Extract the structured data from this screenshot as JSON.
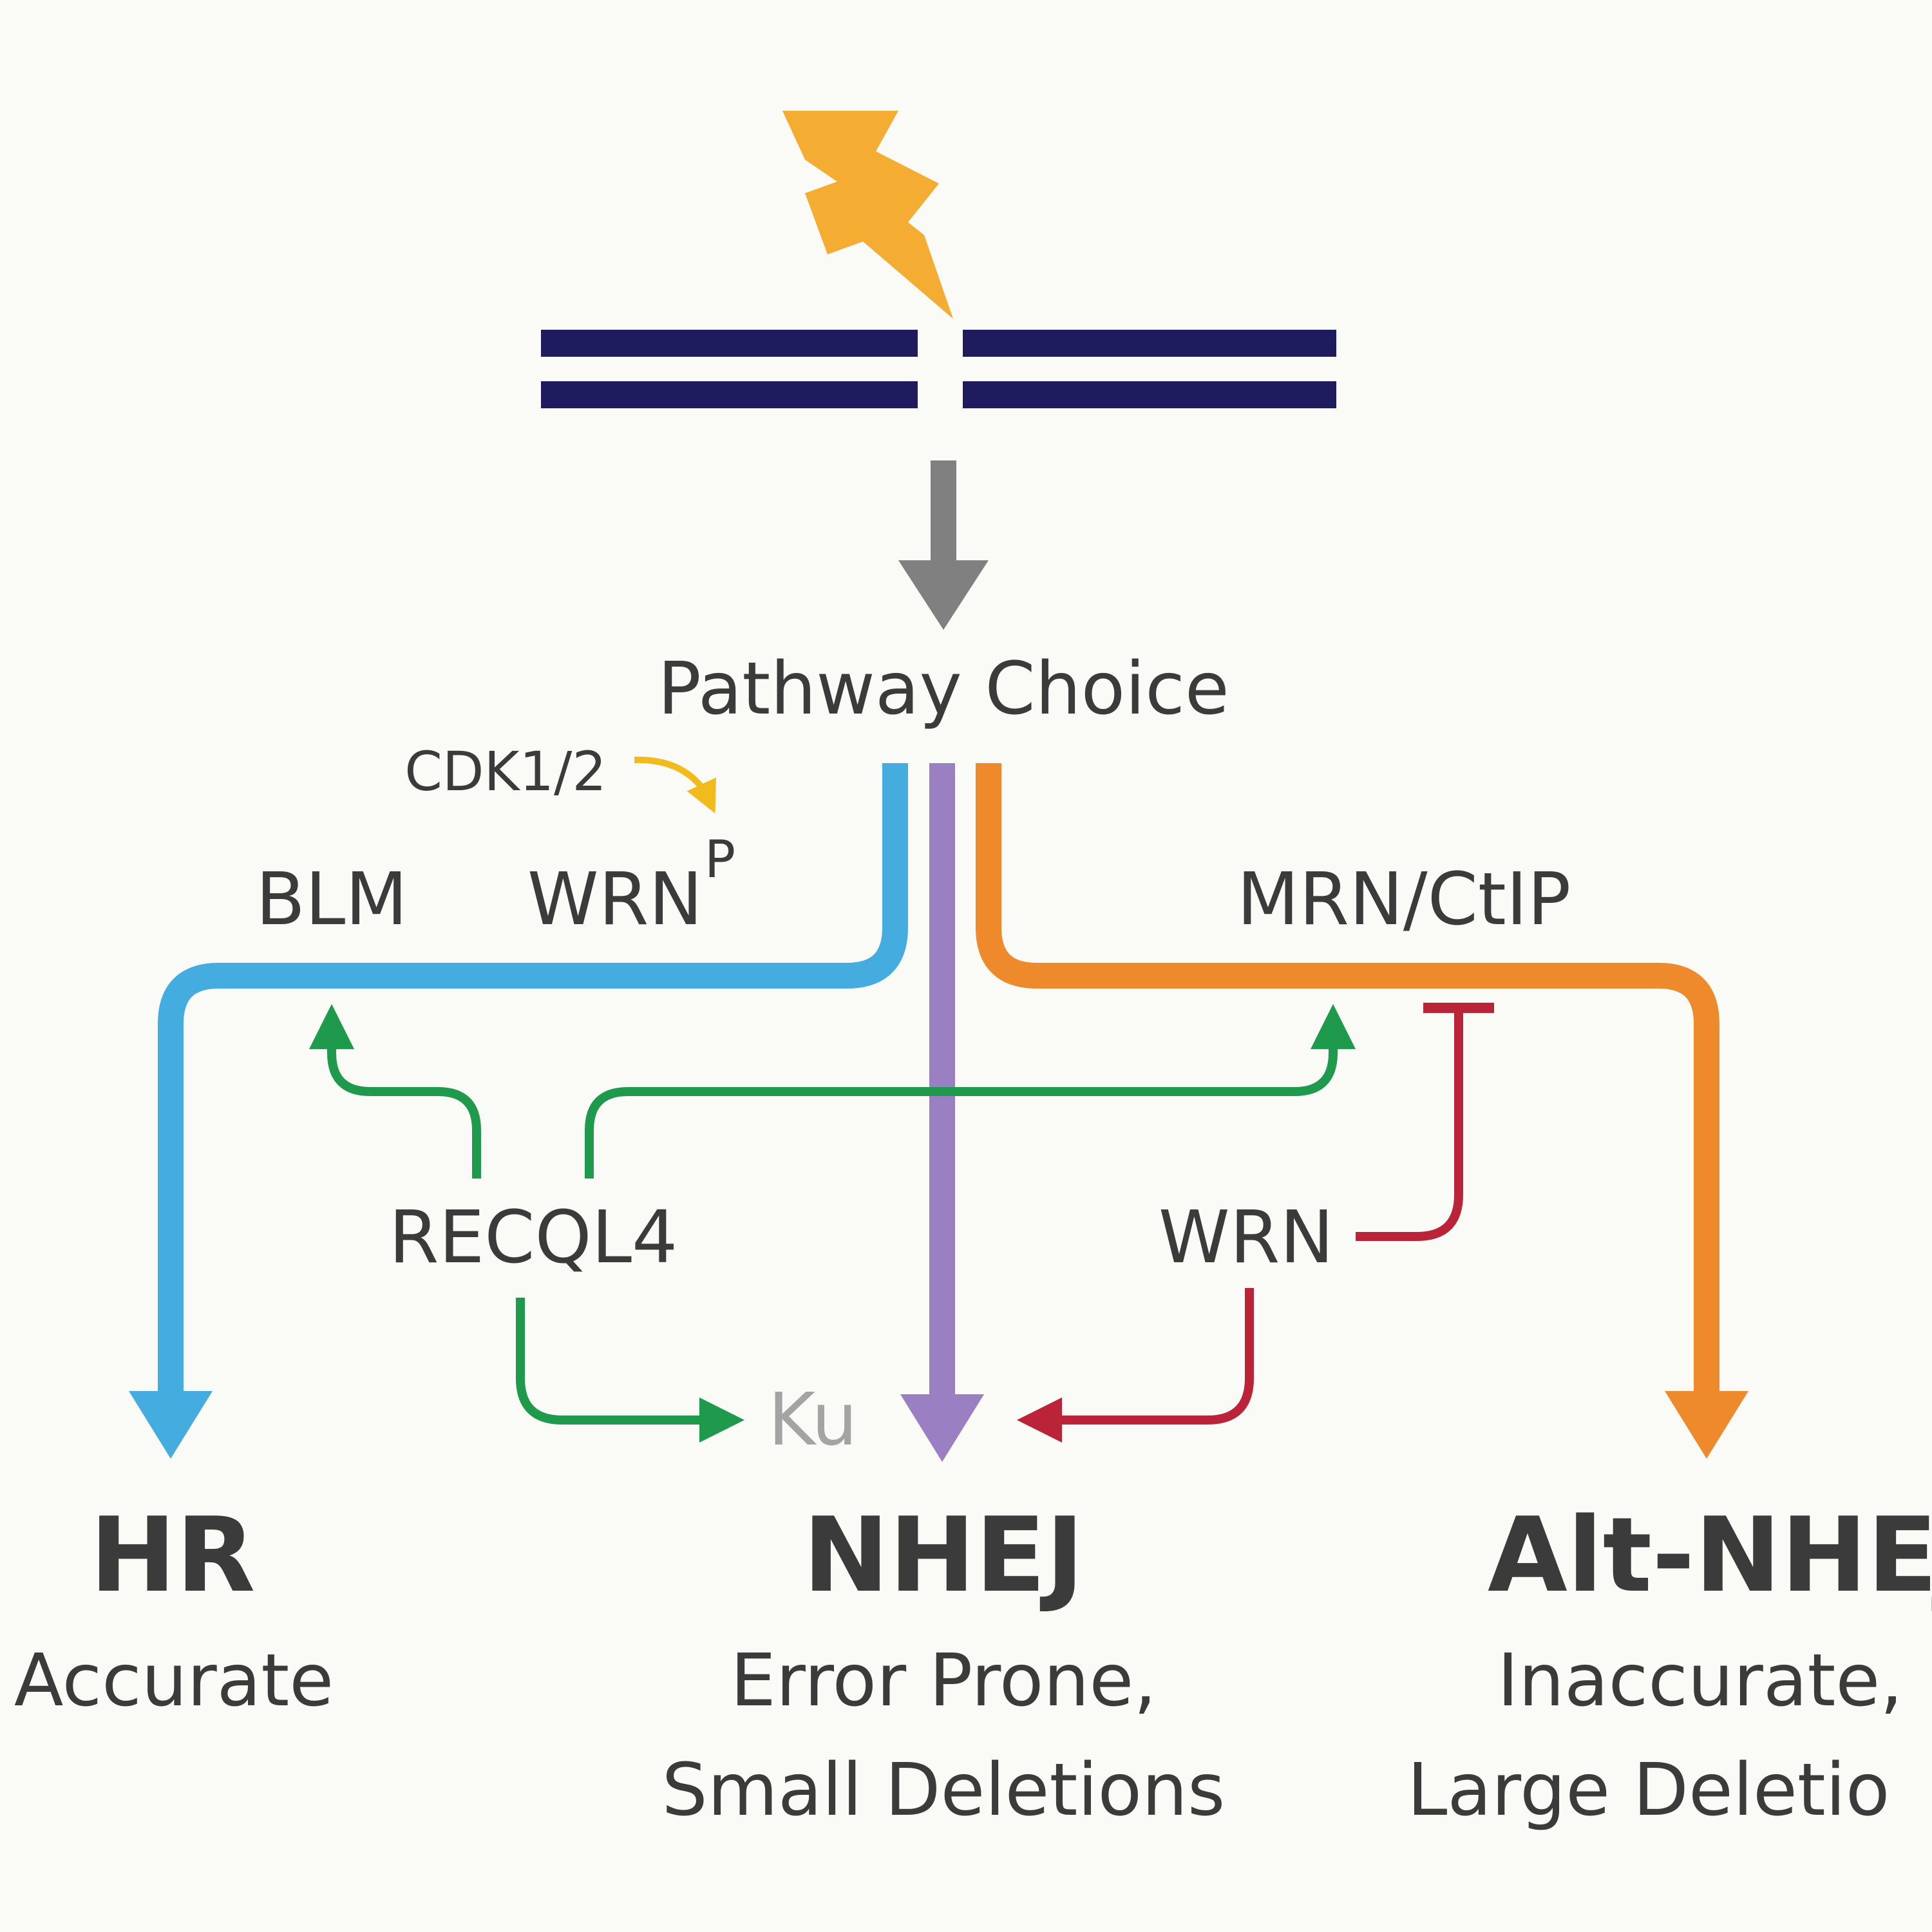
{
  "diagram": {
    "choice_label": "Pathway Choice",
    "kinase_label": "CDK1/2",
    "phospho_mark": "P",
    "factors": {
      "blm": "BLM",
      "wrn_phospho": "WRN",
      "mrn_ctip": "MRN/CtIP",
      "recql4": "RECQL4",
      "wrn": "WRN",
      "ku": "Ku"
    },
    "outcomes": {
      "hr": {
        "title": "HR",
        "line1": "Accurate",
        "line2": ""
      },
      "nhej": {
        "title": "NHEJ",
        "line1": "Error Prone,",
        "line2": "Small Deletions"
      },
      "alt_nhej": {
        "title": "Alt-NHEJ",
        "line1": "Inaccurate,",
        "line2": "Large Deletio"
      }
    },
    "colors": {
      "dna": "#1e1b5e",
      "lightning": "#f5ac32",
      "gray_arrow": "#808080",
      "hr": "#45ace0",
      "nhej": "#9a80c2",
      "alt_nhej": "#ef8a2c",
      "promote": "#1f9a4d",
      "inhibit": "#bb2338",
      "kinase": "#f2bb1d",
      "text": "#3b3b3b",
      "ku": "#a4a4a4"
    }
  }
}
